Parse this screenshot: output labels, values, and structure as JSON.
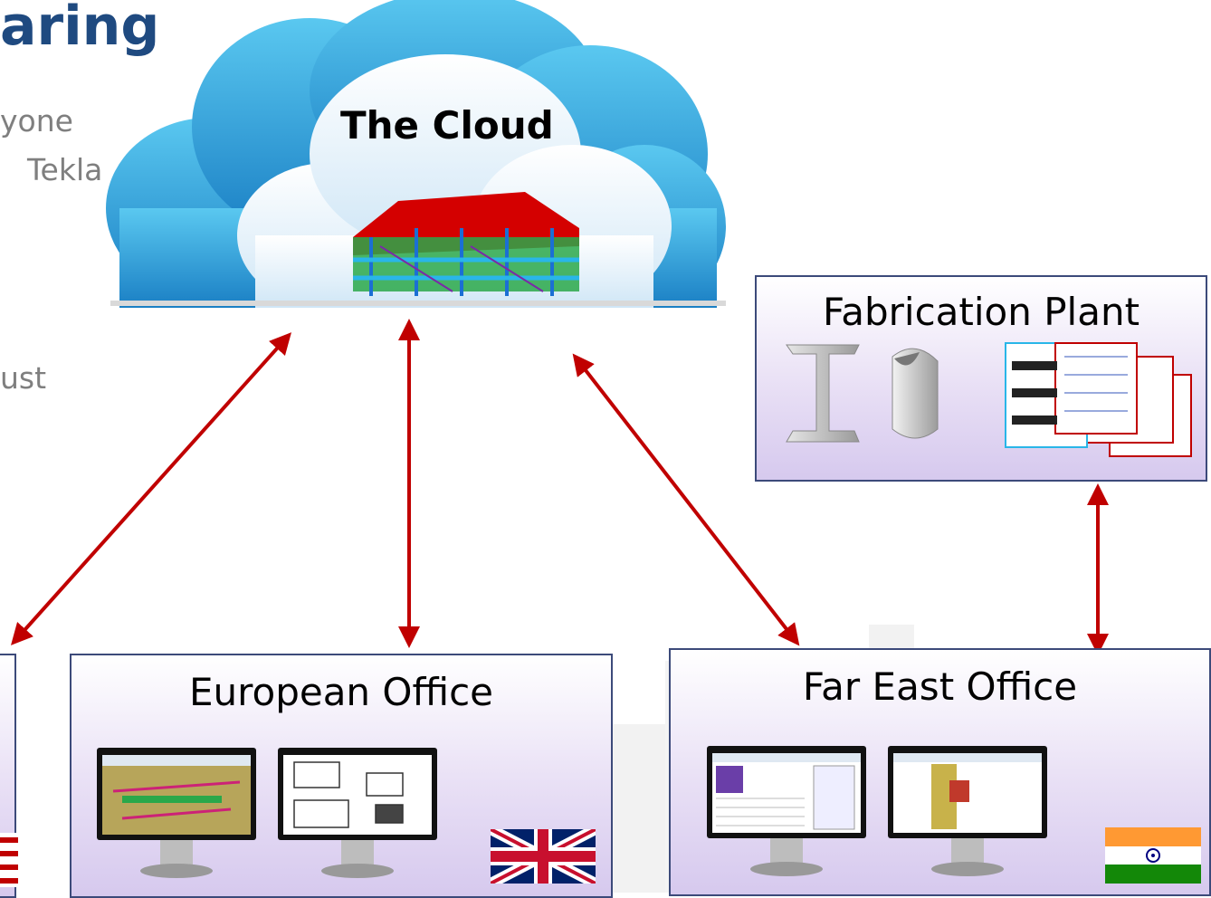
{
  "heading": {
    "fragment": "aring"
  },
  "background_text": {
    "line1": "yone",
    "line2": "Tekla",
    "line3": "ust"
  },
  "cloud": {
    "title": "The Cloud"
  },
  "offices": {
    "fabrication": {
      "title": "Fabrication Plant"
    },
    "european": {
      "title": "European Office",
      "flag": "uk-flag"
    },
    "far_east": {
      "title": "Far East Office",
      "flag": "india-flag"
    }
  },
  "colors": {
    "arrow": "#c00000",
    "heading": "#1f4a80",
    "box_border": "#3c4a7a"
  }
}
